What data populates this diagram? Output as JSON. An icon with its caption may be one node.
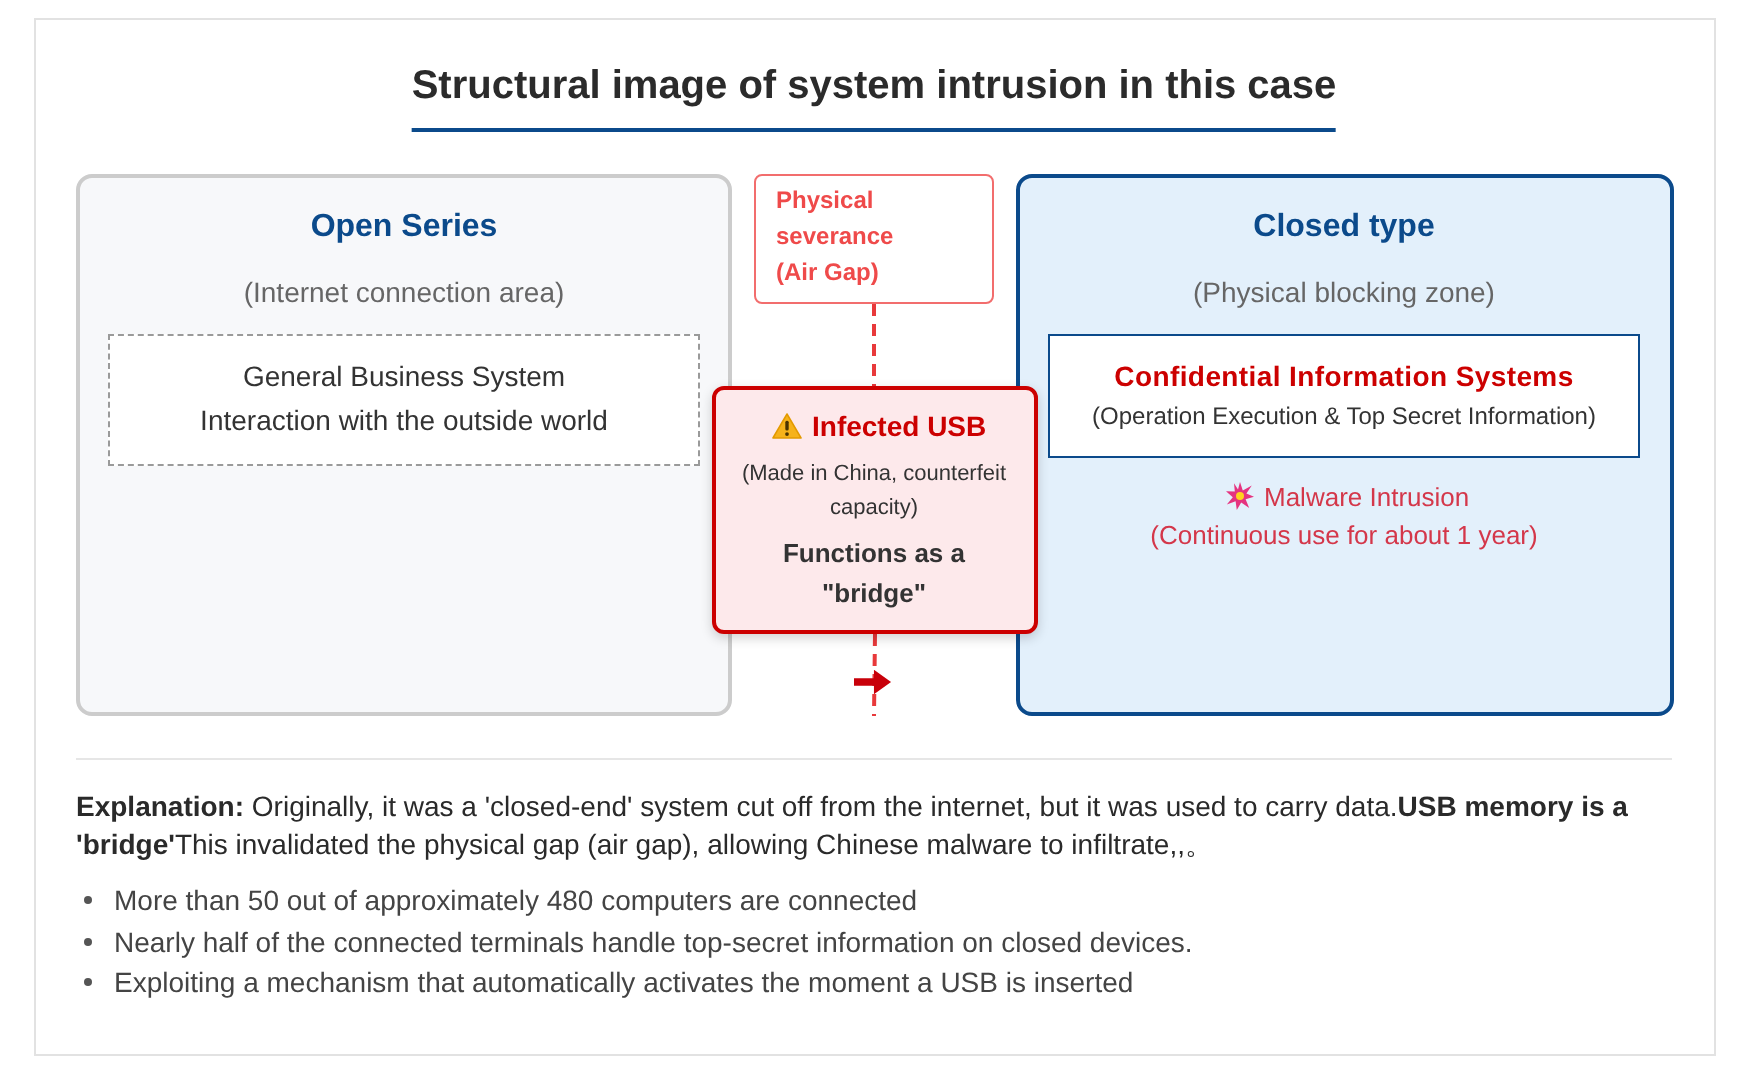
{
  "diagram": {
    "title": "Structural image of system intrusion in this case",
    "nodes": [
      {
        "text": [
          "Open Series",
          "(Internet connection area)"
        ]
      },
      {
        "text": [
          "General Business System",
          "Interaction with the outside world"
        ],
        "in": 0
      },
      {
        "text": [
          "Physical severance (Air Gap)"
        ]
      },
      {
        "text": [
          "Infected USB",
          "(Made in China, counterfeit capacity)",
          "Functions as a \"bridge\""
        ]
      },
      {
        "text": [
          "Closed type",
          "(Physical blocking zone)",
          "Malware Intrusion",
          "(Continuous use for about 1 year)"
        ]
      },
      {
        "text": [
          "Confidential Information Systems",
          "(Operation Execution & Top Secret Information)"
        ],
        "in": 4
      }
    ],
    "edges": [
      {
        "from": 2,
        "to": 3,
        "arrow": "none",
        "style": "dashed"
      },
      {
        "from": 3,
        "to": null,
        "arrow": "none",
        "style": "dashed"
      }
    ],
    "labels": [
      "**Explanation:** Originally, it was a 'closed-end' system cut off from the internet, but it was used to carry data.**USB memory is a 'bridge'**This invalidated the physical gap (air gap), allowing Chinese malware to infiltrate,,。",
      "More than 50 out of approximately 480 computers are connected",
      "Nearly half of the connected terminals handle top-secret information on closed devices.",
      "Exploiting a mechanism that automatically activates the moment a USB is inserted"
    ]
  }
}
